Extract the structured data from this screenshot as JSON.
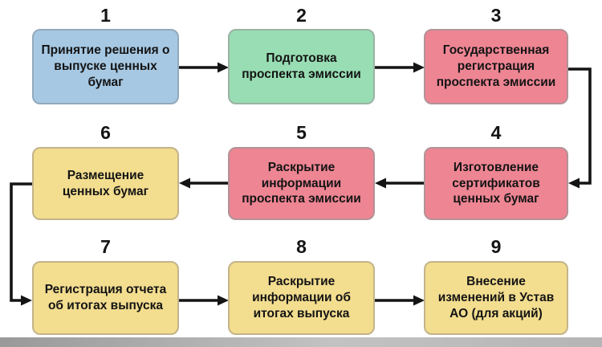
{
  "diagram": {
    "type": "flowchart",
    "language": "ru",
    "background": "#ffffff",
    "palette": {
      "blue": "#a6c8e3",
      "green": "#98ddb3",
      "red": "#ee8593",
      "yellow": "#f3dd8f",
      "arrow": "#141414",
      "text": "#141414"
    },
    "steps": [
      {
        "number": "1",
        "label": "Принятие решения о\nвыпуске ценных\nбумаг",
        "color": "blue"
      },
      {
        "number": "2",
        "label": "Подготовка\nпроспекта эмиссии",
        "color": "green"
      },
      {
        "number": "3",
        "label": "Государственная\nрегистрация\nпроспекта эмиссии",
        "color": "red"
      },
      {
        "number": "4",
        "label": "Изготовление\nсертификатов\nценных бумаг",
        "color": "red"
      },
      {
        "number": "5",
        "label": "Раскрытие\nинформации\nпроспекта эмиссии",
        "color": "red"
      },
      {
        "number": "6",
        "label": "Размещение\nценных бумаг",
        "color": "yellow"
      },
      {
        "number": "7",
        "label": "Регистрация отчета\nоб итогах выпуска",
        "color": "yellow"
      },
      {
        "number": "8",
        "label": "Раскрытие\nинформации об\nитогах выпуска",
        "color": "yellow"
      },
      {
        "number": "9",
        "label": "Внесение\nизменений в Устав\nАО (для акций)",
        "color": "yellow"
      }
    ],
    "connections": [
      {
        "from": "1",
        "to": "2"
      },
      {
        "from": "2",
        "to": "3"
      },
      {
        "from": "3",
        "to": "4"
      },
      {
        "from": "4",
        "to": "5"
      },
      {
        "from": "5",
        "to": "6"
      },
      {
        "from": "6",
        "to": "7"
      },
      {
        "from": "7",
        "to": "8"
      },
      {
        "from": "8",
        "to": "9"
      }
    ]
  }
}
